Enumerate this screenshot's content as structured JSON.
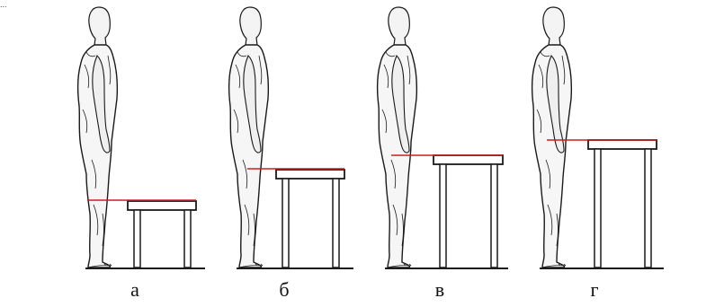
{
  "corner_mark": "...",
  "colors": {
    "height_line": "#cc1f1f",
    "ink": "#1a1a1a",
    "background": "#ffffff"
  },
  "panels": [
    {
      "label": "а"
    },
    {
      "label": "б"
    },
    {
      "label": "в"
    },
    {
      "label": "г"
    }
  ]
}
